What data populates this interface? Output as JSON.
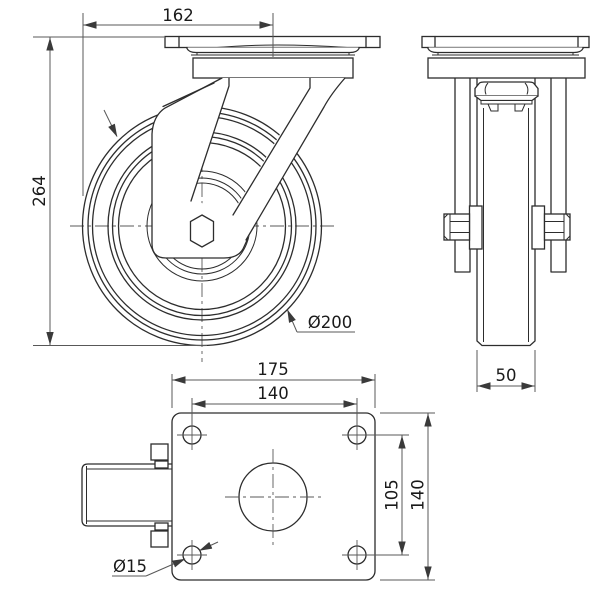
{
  "colors": {
    "background": "#ffffff",
    "line": "#2d2d2d",
    "dimension_line": "#585858",
    "text": "#1a1a1a"
  },
  "dimensions": {
    "front": {
      "overall_width": "162",
      "overall_height": "264",
      "wheel_diameter": "Ø200"
    },
    "side": {
      "wheel_width": "50"
    },
    "plate": {
      "plate_width": "175",
      "bolt_hole_spacing_width": "140",
      "bolt_hole_spacing_height": "105",
      "plate_height": "140",
      "bolt_hole_diameter": "Ø15"
    }
  }
}
